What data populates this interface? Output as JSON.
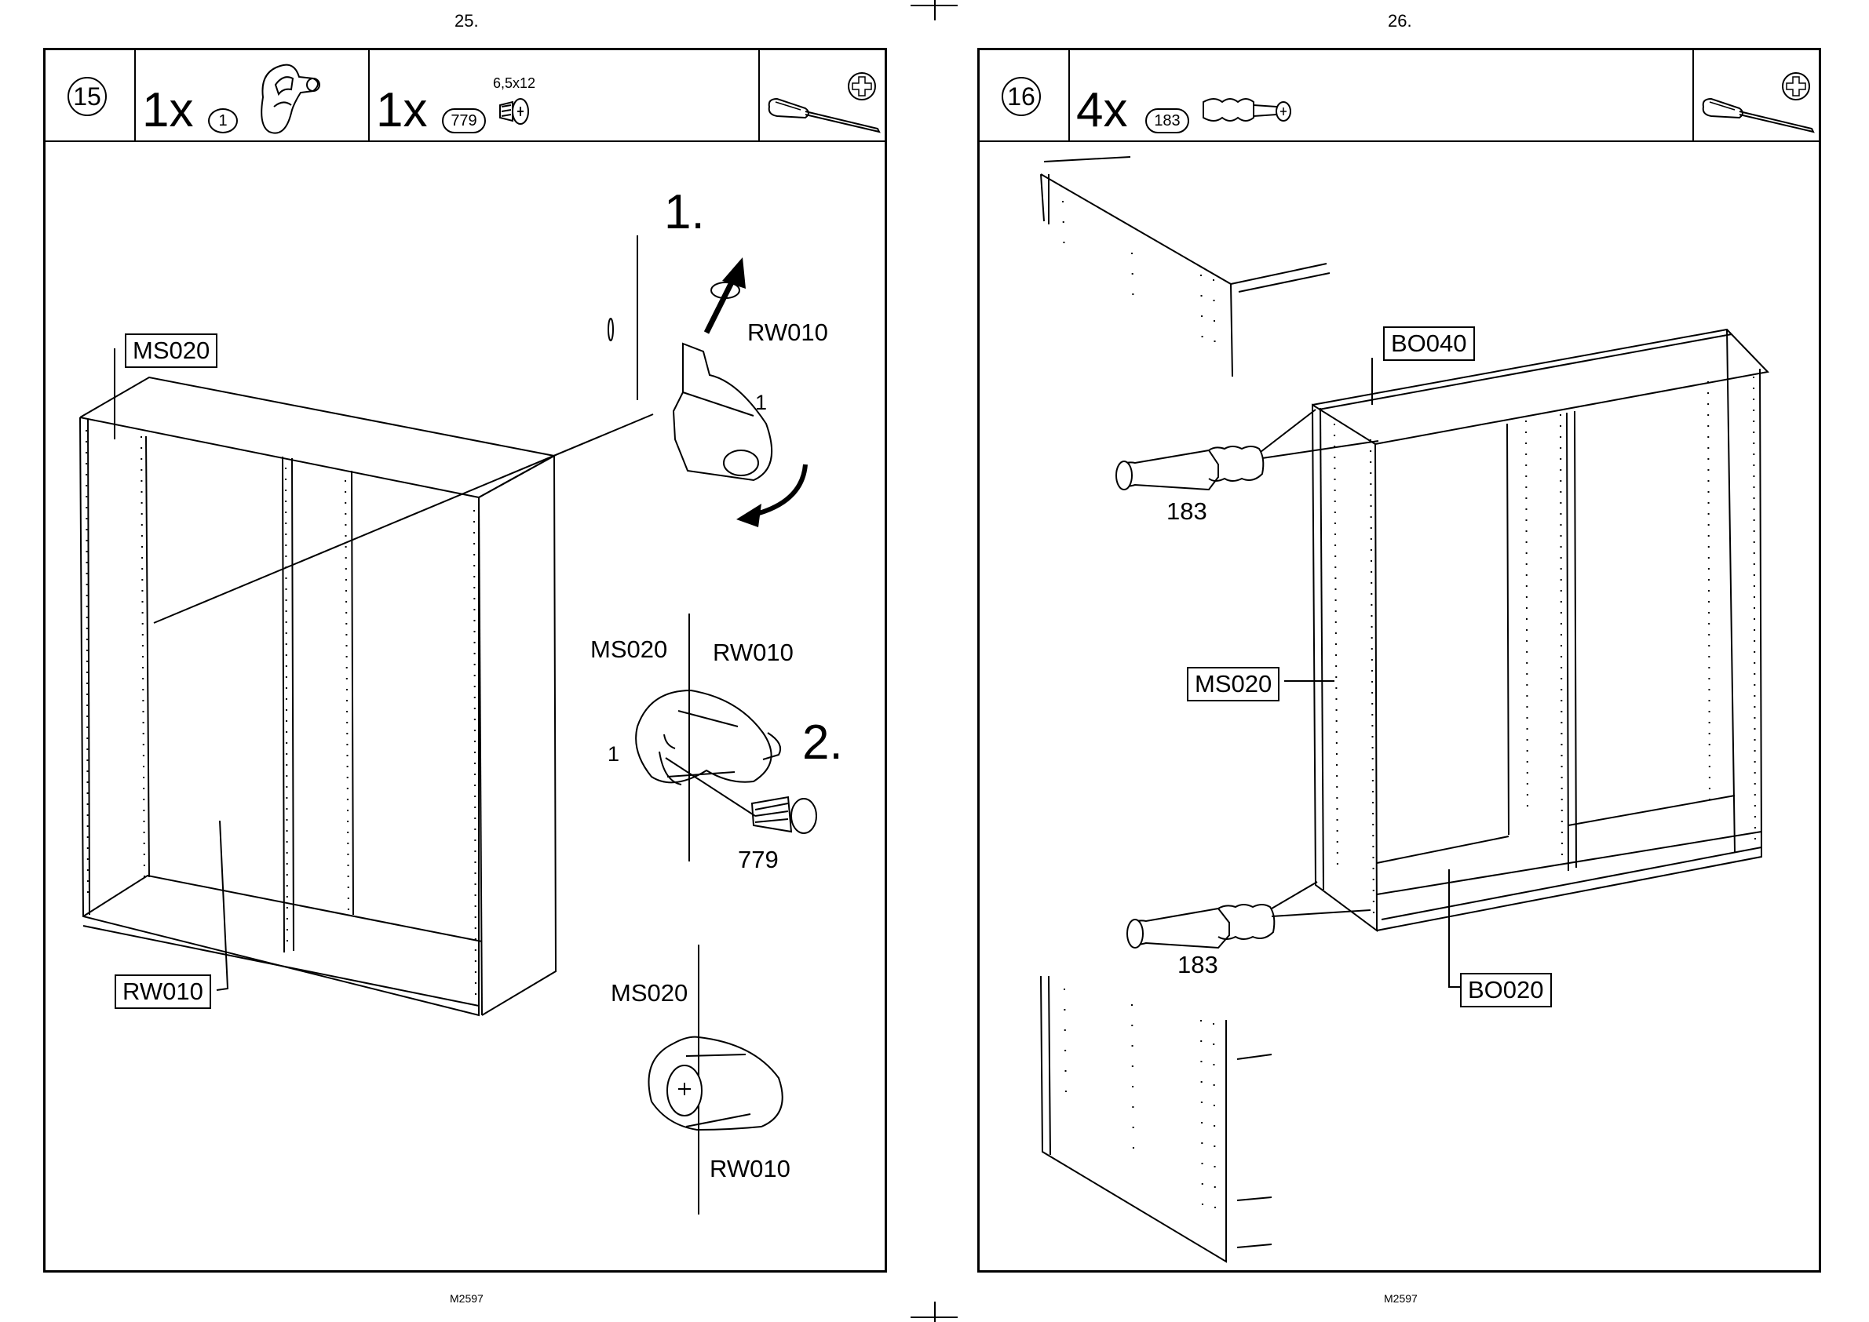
{
  "pages": [
    {
      "page_number": "25.",
      "footer": "M2597",
      "step": "15",
      "parts": [
        {
          "qty": "1x",
          "part_no": "1"
        },
        {
          "qty": "1x",
          "part_no": "779",
          "size": "6,5x12"
        }
      ],
      "labels": {
        "ms020_box": "MS020",
        "rw010_box": "RW010",
        "sub1": "1.",
        "rw010_a": "RW010",
        "part1_a": "1",
        "ms020_b": "MS020",
        "rw010_b": "RW010",
        "part1_b": "1",
        "sub2": "2.",
        "part779": "779",
        "ms020_c": "MS020",
        "rw010_c": "RW010"
      }
    },
    {
      "page_number": "26.",
      "footer": "M2597",
      "step": "16",
      "parts": [
        {
          "qty": "4x",
          "part_no": "183"
        }
      ],
      "labels": {
        "bo040_box": "BO040",
        "ms020_box": "MS020",
        "bo020_box": "BO020",
        "part183_top": "183",
        "part183_bottom": "183"
      }
    }
  ],
  "icons": [
    "screwdriver-icon",
    "phillips-head-icon",
    "cam-lock-icon",
    "screw-icon",
    "cam-dowel-icon"
  ]
}
